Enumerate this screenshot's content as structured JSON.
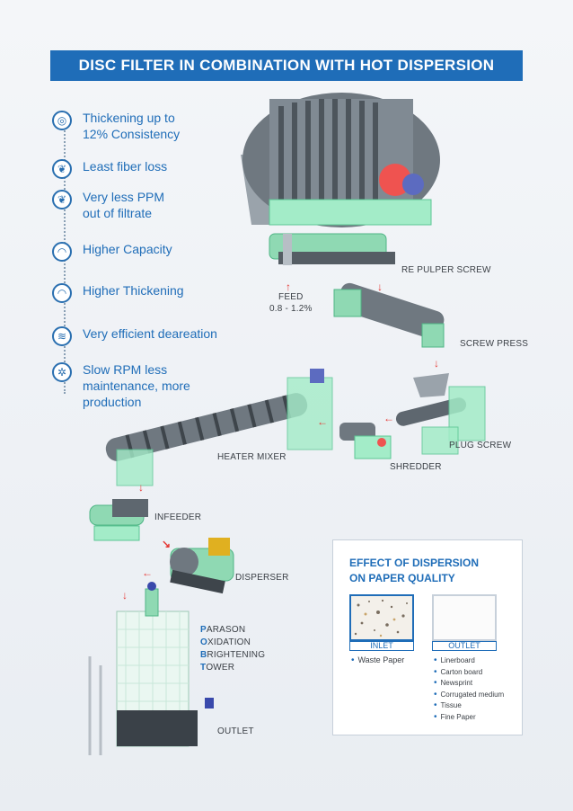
{
  "title": "DISC FILTER IN COMBINATION WITH HOT DISPERSION",
  "features": [
    {
      "text": "Thickening  up to\n 12% Consistency",
      "icon": "gauge-icon"
    },
    {
      "text": "Least fiber loss",
      "icon": "leaf-icon"
    },
    {
      "text": "Very less PPM\nout of filtrate",
      "icon": "leaf-icon"
    },
    {
      "text": "Higher Capacity",
      "icon": "speedometer-icon"
    },
    {
      "text": "Higher Thickening",
      "icon": "speedometer-icon"
    },
    {
      "text": "Very efficient deareation",
      "icon": "air-icon"
    },
    {
      "text": "Slow RPM less\nmaintenance, more\nproduction",
      "icon": "gear-icon"
    }
  ],
  "labels": {
    "re_pulper_screw": "RE PULPER SCREW",
    "feed": "FEED",
    "feed_value": "0.8 - 1.2%",
    "screw_press": "SCREW PRESS",
    "plug_screw": "PLUG SCREW",
    "heater_mixer": "HEATER MIXER",
    "shredder": "SHREDDER",
    "infeeder": "INFEEDER",
    "disperser": "DISPERSER",
    "outlet": "OUTLET"
  },
  "tower": {
    "lines": [
      {
        "initial": "P",
        "rest": "ARASON"
      },
      {
        "initial": "O",
        "rest": "XIDATION"
      },
      {
        "initial": "B",
        "rest": "RIGHTENING"
      },
      {
        "initial": "T",
        "rest": "OWER"
      }
    ]
  },
  "effect": {
    "title_line1": "EFFECT OF DISPERSION",
    "title_line2": "ON PAPER QUALITY",
    "inlet_label": "INLET",
    "outlet_label": "OUTLET",
    "inlet_items": [
      "Waste Paper"
    ],
    "outlet_items": [
      "Linerboard",
      "Carton board",
      "Newsprint",
      "Corrugated medium",
      "Tissue",
      "Fine Paper"
    ]
  },
  "colors": {
    "brand_blue": "#1f6db8",
    "machine_green": "#7fe0b4",
    "arrow_red": "#e53935"
  }
}
